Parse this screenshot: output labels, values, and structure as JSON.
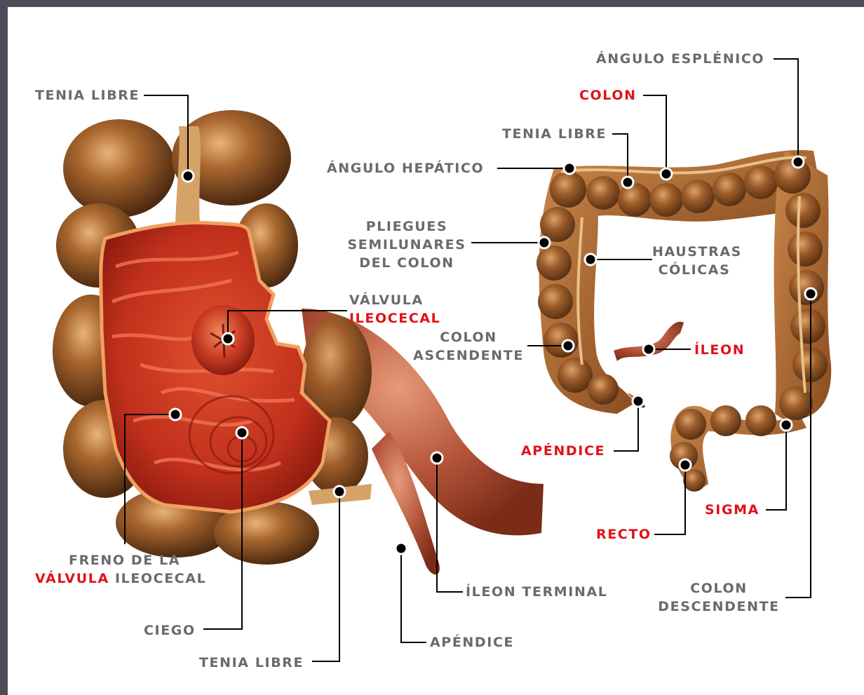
{
  "figure": {
    "labels_left": {
      "tenia_libre_top": "TENIA LIBRE",
      "valvula": "VÁLVULA",
      "ileocecal": "ILEOCECAL",
      "freno_line1": "FRENO DE LA",
      "freno_red": "VÁLVULA",
      "freno_grey": " ILEOCECAL",
      "ciego": "CIEGO",
      "tenia_libre_bottom": "TENIA LIBRE",
      "ileon_terminal": "ÍLEON TERMINAL",
      "apendice": "APÉNDICE"
    },
    "labels_right": {
      "angulo_esplenico": "ÁNGULO ESPLÉNICO",
      "colon": "COLON",
      "tenia_libre": "TENIA LIBRE",
      "angulo_hepatico": "ÁNGULO HEPÁTICO",
      "pliegues_1": "PLIEGUES",
      "pliegues_2": "SEMILUNARES",
      "pliegues_3": "DEL COLON",
      "haustras_1": "HAUSTRAS",
      "haustras_2": "CÓLICAS",
      "colon_asc_1": "COLON",
      "colon_asc_2": "ASCENDENTE",
      "ileon": "ÍLEON",
      "apendice": "APÉNDICE",
      "sigma": "SIGMA",
      "recto": "RECTO",
      "colon_desc_1": "COLON",
      "colon_desc_2": "DESCENDENTE"
    },
    "colors": {
      "frame": "#4c4b57",
      "label_grey": "#6a6a6a",
      "label_red": "#e0121a",
      "tissue_brown": "#9a5a26",
      "mucosa_red": "#c8321e"
    }
  }
}
